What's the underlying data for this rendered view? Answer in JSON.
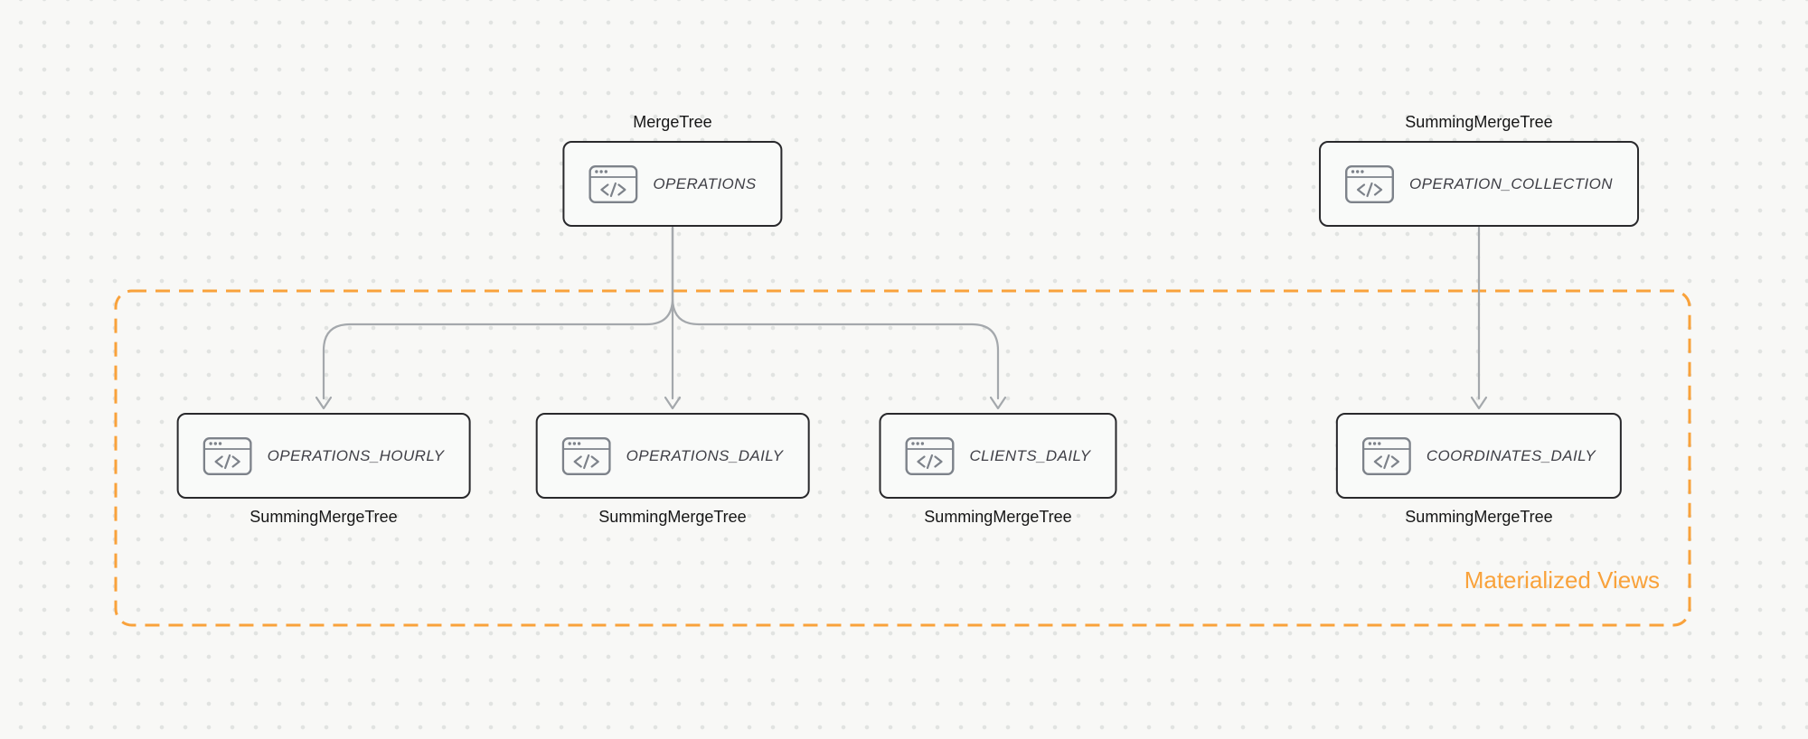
{
  "colors": {
    "canvas-bg": "#F8F8F6",
    "dot": "#E1E3E1",
    "node-border": "#29292C",
    "node-bg": "#F9FAF9",
    "node-label": "#3F3F46",
    "icon": "#7D828A",
    "engine-label": "#161616",
    "arrow": "#A4A8AC",
    "accent-orange": "#F9A23B"
  },
  "nodes": [
    {
      "id": "operations",
      "table": "OPERATIONS",
      "engine": "MergeTree",
      "engine_position": "top"
    },
    {
      "id": "operation_collection",
      "table": "OPERATION_COLLECTION",
      "engine": "SummingMergeTree",
      "engine_position": "top"
    },
    {
      "id": "operations_hourly",
      "table": "OPERATIONS_HOURLY",
      "engine": "SummingMergeTree",
      "engine_position": "bottom"
    },
    {
      "id": "operations_daily",
      "table": "OPERATIONS_DAILY",
      "engine": "SummingMergeTree",
      "engine_position": "bottom"
    },
    {
      "id": "clients_daily",
      "table": "CLIENTS_DAILY",
      "engine": "SummingMergeTree",
      "engine_position": "bottom"
    },
    {
      "id": "coordinates_daily",
      "table": "COORDINATES_DAILY",
      "engine": "SummingMergeTree",
      "engine_position": "bottom"
    }
  ],
  "group": {
    "label": "Materialized Views"
  },
  "edges": [
    {
      "from": "OPERATIONS",
      "to": "OPERATIONS_HOURLY"
    },
    {
      "from": "OPERATIONS",
      "to": "OPERATIONS_DAILY"
    },
    {
      "from": "OPERATIONS",
      "to": "CLIENTS_DAILY"
    },
    {
      "from": "OPERATION_COLLECTION",
      "to": "COORDINATES_DAILY"
    }
  ]
}
